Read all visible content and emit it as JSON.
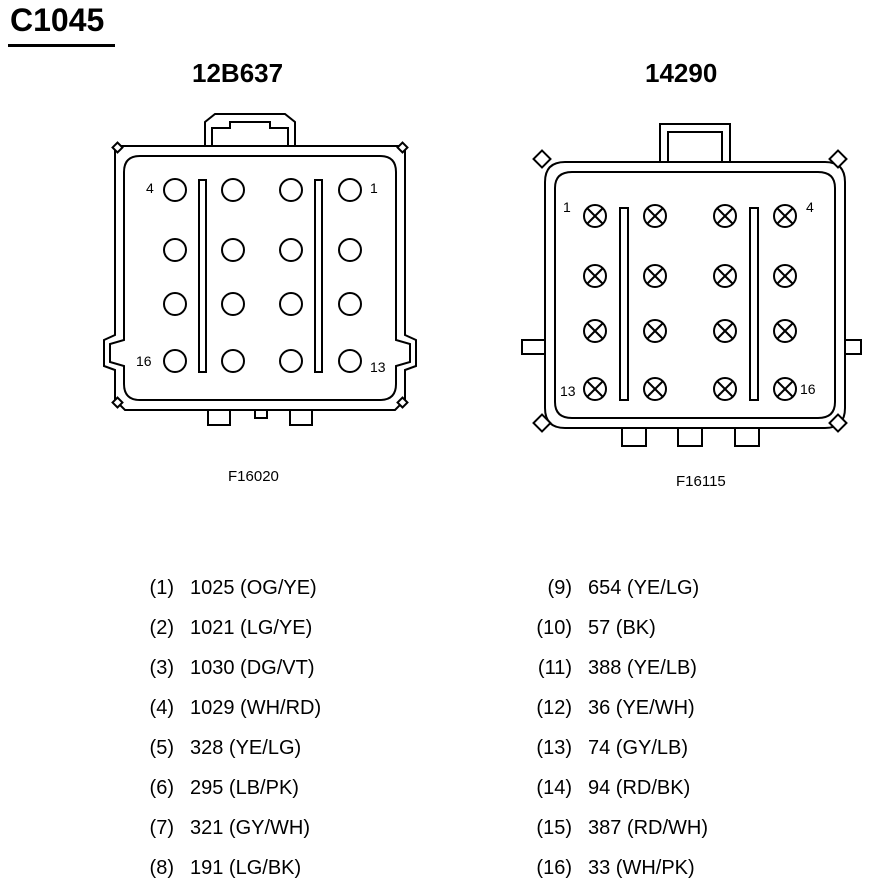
{
  "title": "C1045",
  "connectors": [
    {
      "name": "12B637",
      "figure_id": "F16020",
      "corner_labels": {
        "top_left": "4",
        "top_right": "1",
        "bottom_left": "16",
        "bottom_right": "13"
      }
    },
    {
      "name": "14290",
      "figure_id": "F16115",
      "corner_labels": {
        "top_left": "1",
        "top_right": "4",
        "bottom_left": "13",
        "bottom_right": "16"
      }
    }
  ],
  "pins_left": [
    {
      "num": "(1)",
      "value": "1025 (OG/YE)"
    },
    {
      "num": "(2)",
      "value": "1021 (LG/YE)"
    },
    {
      "num": "(3)",
      "value": "1030 (DG/VT)"
    },
    {
      "num": "(4)",
      "value": "1029 (WH/RD)"
    },
    {
      "num": "(5)",
      "value": "328 (YE/LG)"
    },
    {
      "num": "(6)",
      "value": "295 (LB/PK)"
    },
    {
      "num": "(7)",
      "value": "321 (GY/WH)"
    },
    {
      "num": "(8)",
      "value": "191 (LG/BK)"
    }
  ],
  "pins_right": [
    {
      "num": "(9)",
      "value": "654 (YE/LG)"
    },
    {
      "num": "(10)",
      "value": "57 (BK)"
    },
    {
      "num": "(11)",
      "value": "388 (YE/LB)"
    },
    {
      "num": "(12)",
      "value": "36 (YE/WH)"
    },
    {
      "num": "(13)",
      "value": "74 (GY/LB)"
    },
    {
      "num": "(14)",
      "value": "94 (RD/BK)"
    },
    {
      "num": "(15)",
      "value": "387 (RD/WH)"
    },
    {
      "num": "(16)",
      "value": "33 (WH/PK)"
    }
  ]
}
